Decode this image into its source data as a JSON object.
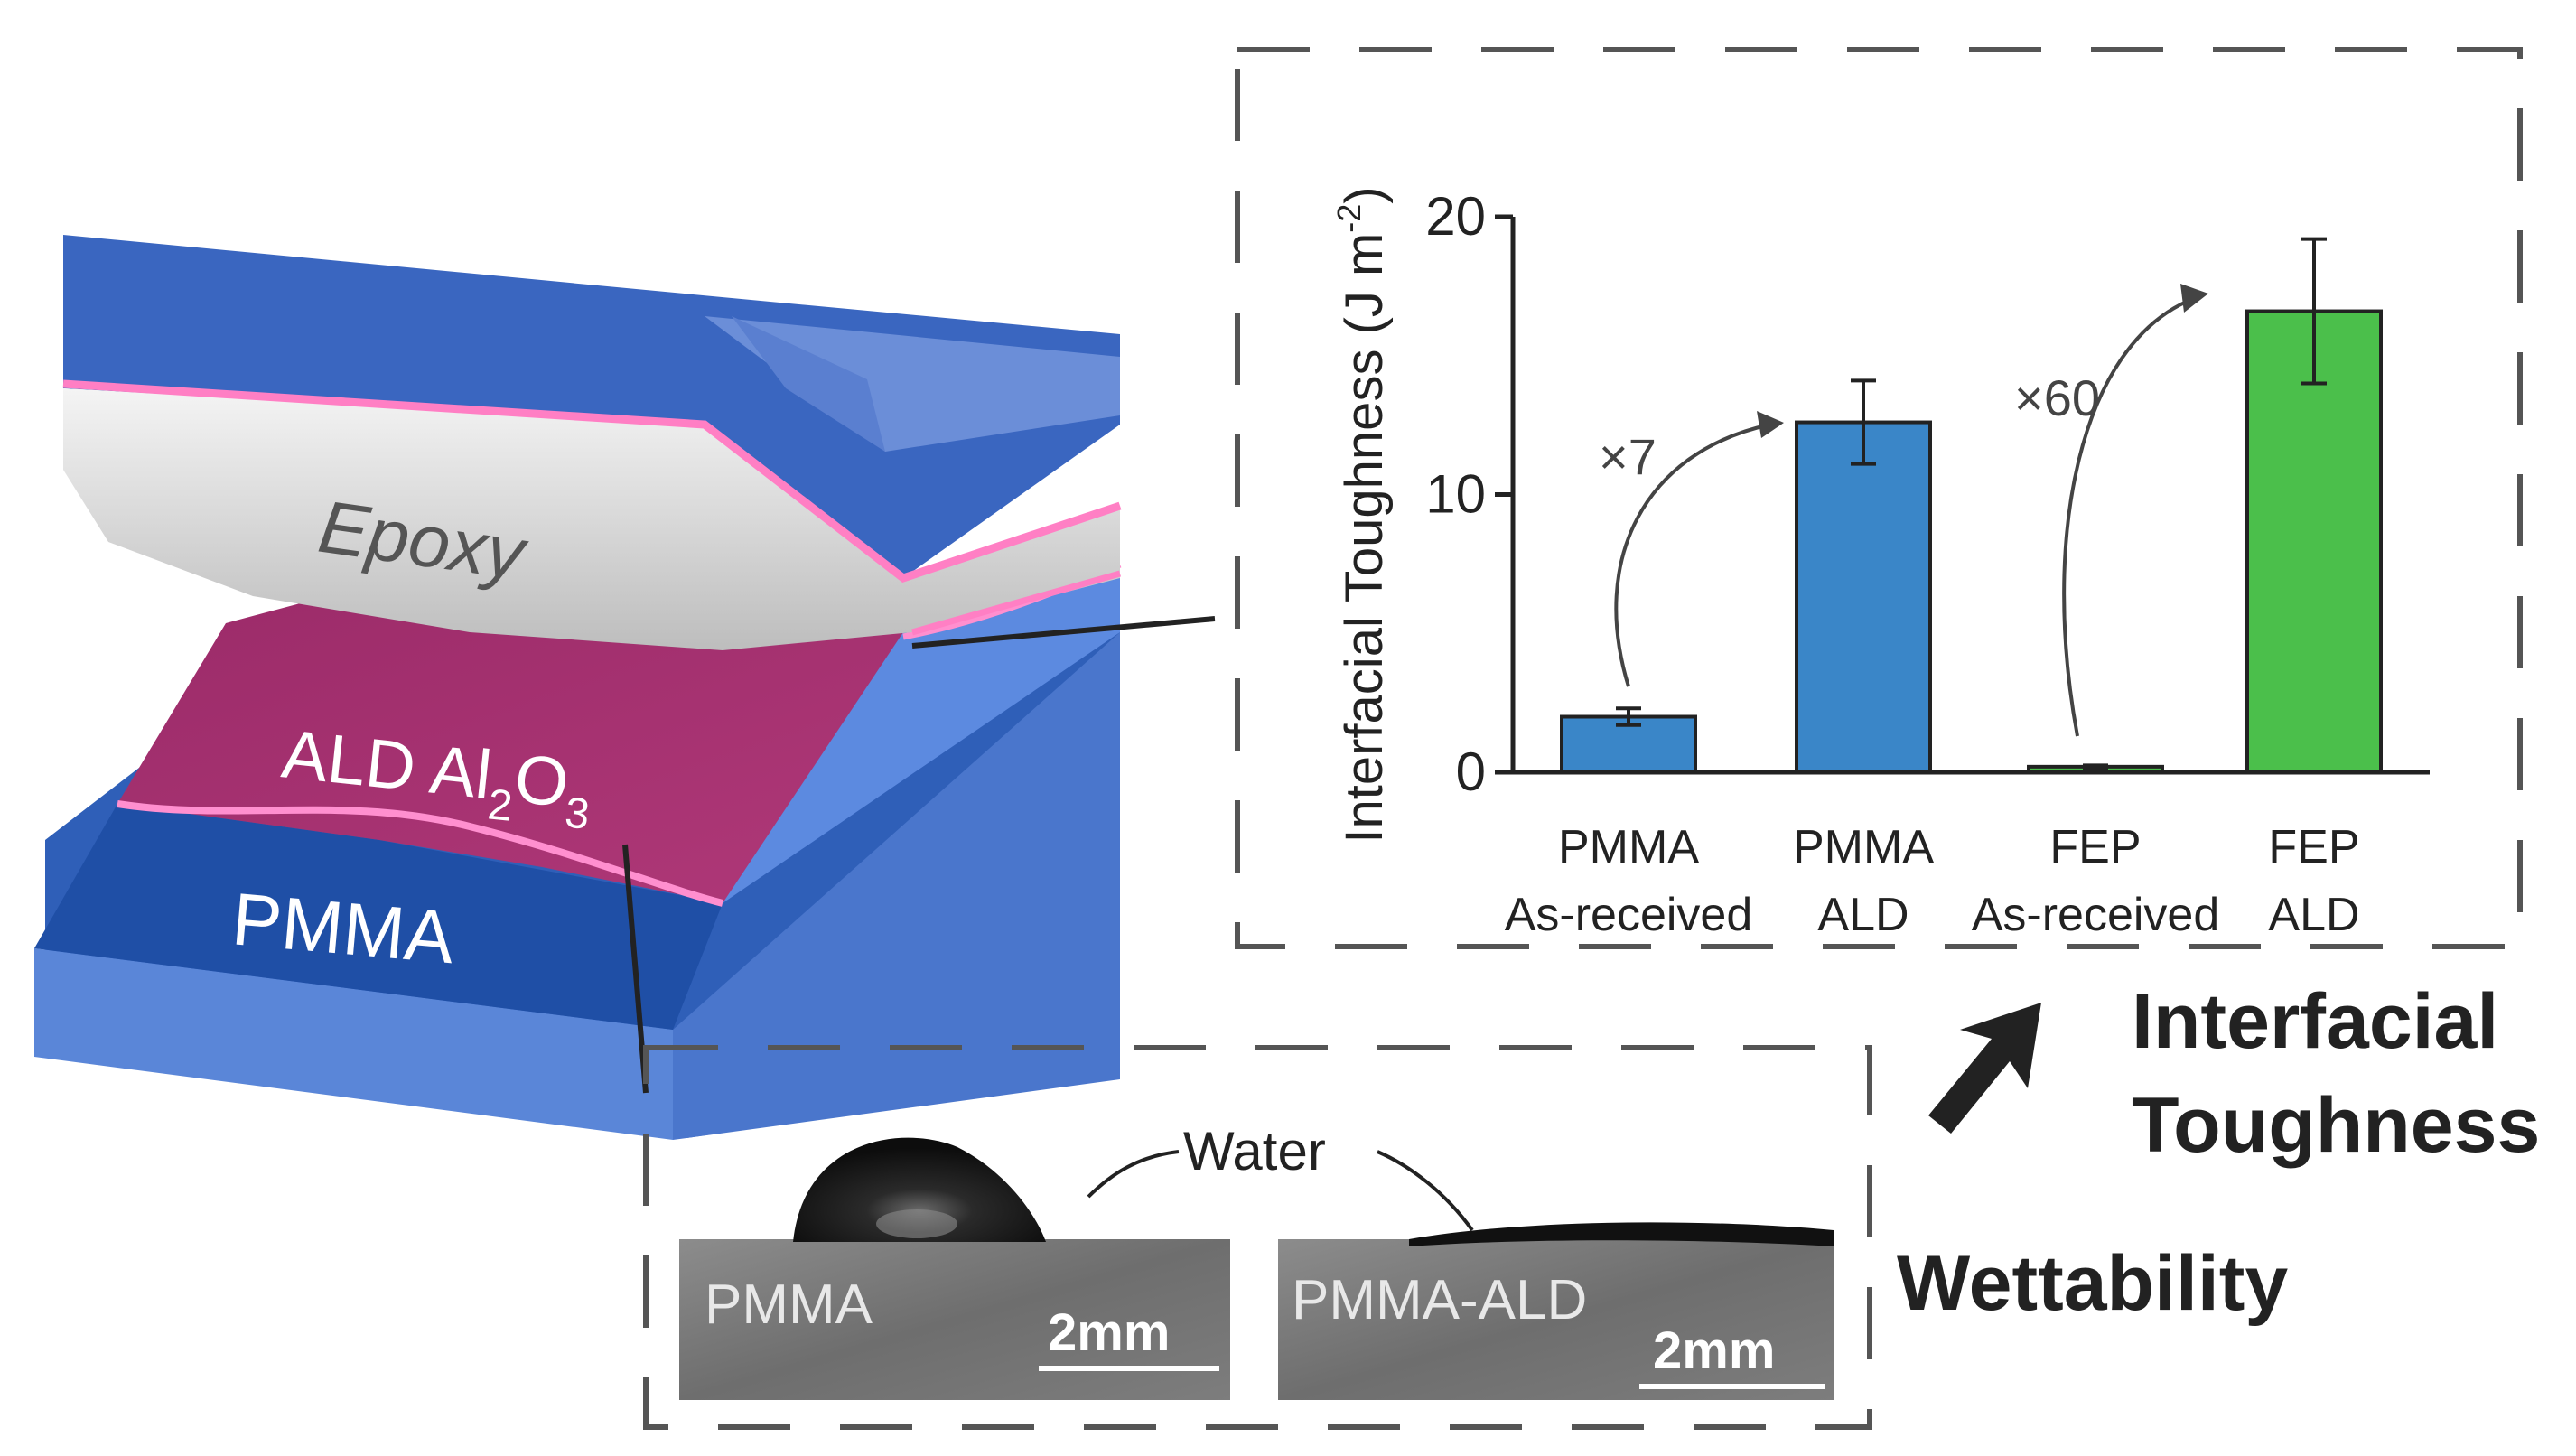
{
  "layers": {
    "epoxy": "Epoxy",
    "ald_prefix": "ALD Al",
    "ald_sub1": "2",
    "ald_mid": "O",
    "ald_sub2": "3",
    "pmma": "PMMA"
  },
  "colors": {
    "pmma_blue": "#3f6fc4",
    "ald_magenta": "#a3306f",
    "epoxy_gray": "#d8d8d8",
    "pink_line": "#ff7fc4",
    "bar_blue": "#3a86c8",
    "bar_green": "#4bbf4b"
  },
  "chart_data": {
    "type": "bar",
    "ylabel_main": "Interfacial Toughness (J m",
    "ylabel_sup": "-2",
    "ylabel_close": ")",
    "ylim": [
      0,
      20
    ],
    "yticks": [
      "0",
      "10",
      "20"
    ],
    "categories": [
      {
        "line1": "PMMA",
        "line2": "As-received"
      },
      {
        "line1": "PMMA",
        "line2": "ALD"
      },
      {
        "line1": "FEP",
        "line2": "As-received"
      },
      {
        "line1": "FEP",
        "line2": "ALD"
      }
    ],
    "values": [
      2.0,
      12.6,
      0.2,
      16.6
    ],
    "errors": [
      0.3,
      1.5,
      0.05,
      2.6
    ],
    "bar_colors": [
      "#3a86c8",
      "#3a86c8",
      "#4bbf4b",
      "#4bbf4b"
    ],
    "annotations": [
      "×7",
      "×60"
    ]
  },
  "headings": {
    "toughness_line1": "Interfacial",
    "toughness_line2": "Toughness",
    "wettability": "Wettability"
  },
  "wettability": {
    "water_label": "Water",
    "left_label": "PMMA",
    "right_label": "PMMA-ALD",
    "scale_left": "2mm",
    "scale_right": "2mm"
  }
}
